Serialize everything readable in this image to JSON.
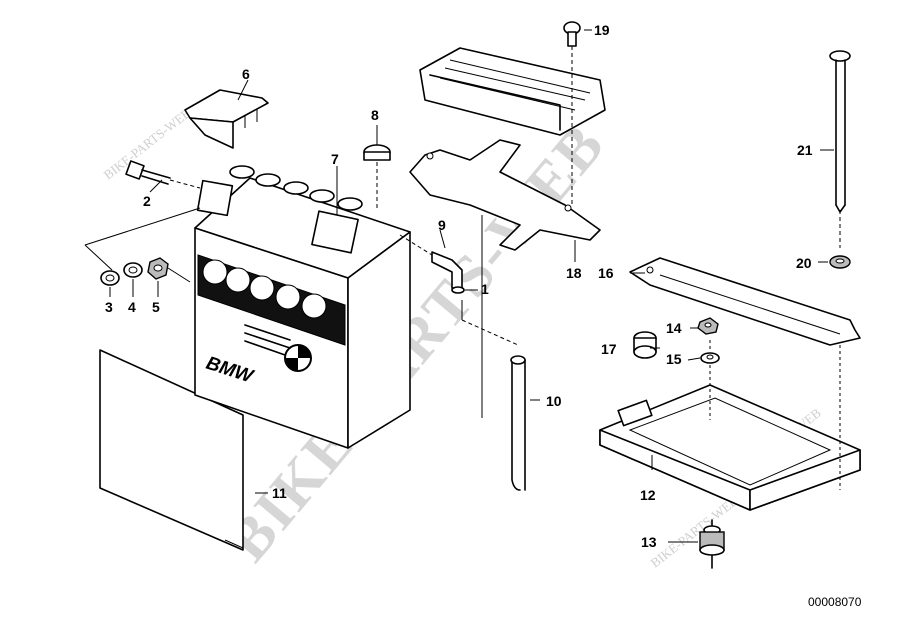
{
  "callouts": [
    "1",
    "2",
    "3",
    "4",
    "5",
    "6",
    "7",
    "8",
    "9",
    "10",
    "11",
    "12",
    "13",
    "14",
    "15",
    "16",
    "17",
    "18",
    "19",
    "20",
    "21"
  ],
  "battery_logo": "BMW",
  "watermark": {
    "main": "BIKE-PARTS-WEB",
    "small": "BIKE-PARTS-WEB"
  },
  "diagram_code": "00008070"
}
